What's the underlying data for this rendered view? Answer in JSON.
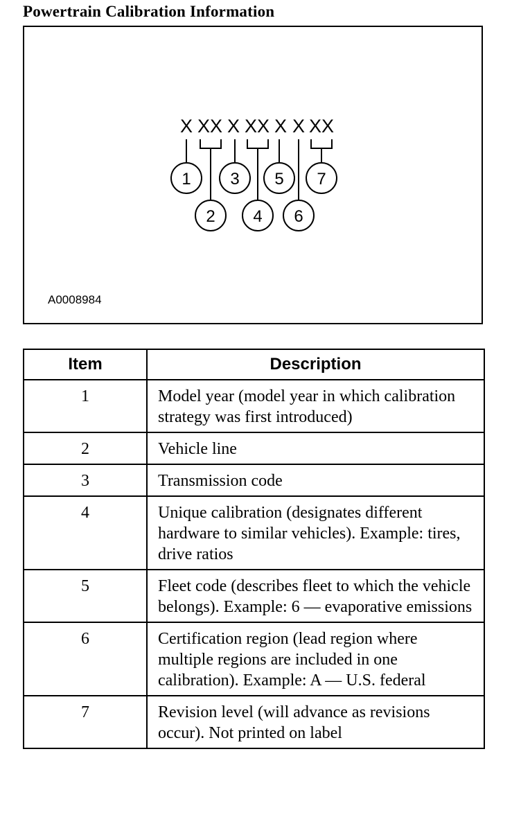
{
  "title": "Powertrain Calibration Information",
  "figure": {
    "code_groups": [
      "X",
      "XX",
      "X",
      "XX",
      "X",
      "X",
      "XX"
    ],
    "callouts": [
      "1",
      "2",
      "3",
      "4",
      "5",
      "6",
      "7"
    ],
    "figure_id": "A0008984"
  },
  "table": {
    "headers": {
      "item": "Item",
      "description": "Description"
    },
    "rows": [
      {
        "item": "1",
        "description": "Model year (model year in which calibration strategy was first introduced)"
      },
      {
        "item": "2",
        "description": "Vehicle line"
      },
      {
        "item": "3",
        "description": "Transmission code"
      },
      {
        "item": "4",
        "description": "Unique calibration (designates different hardware to similar vehicles). Example: tires, drive ratios"
      },
      {
        "item": "5",
        "description": "Fleet code (describes fleet to which the vehicle belongs). Example: 6 — evaporative emissions"
      },
      {
        "item": "6",
        "description": "Certification region (lead region where multiple regions are included in one calibration). Example: A — U.S. federal"
      },
      {
        "item": "7",
        "description": "Revision level (will advance as revisions occur). Not printed on label"
      }
    ]
  }
}
